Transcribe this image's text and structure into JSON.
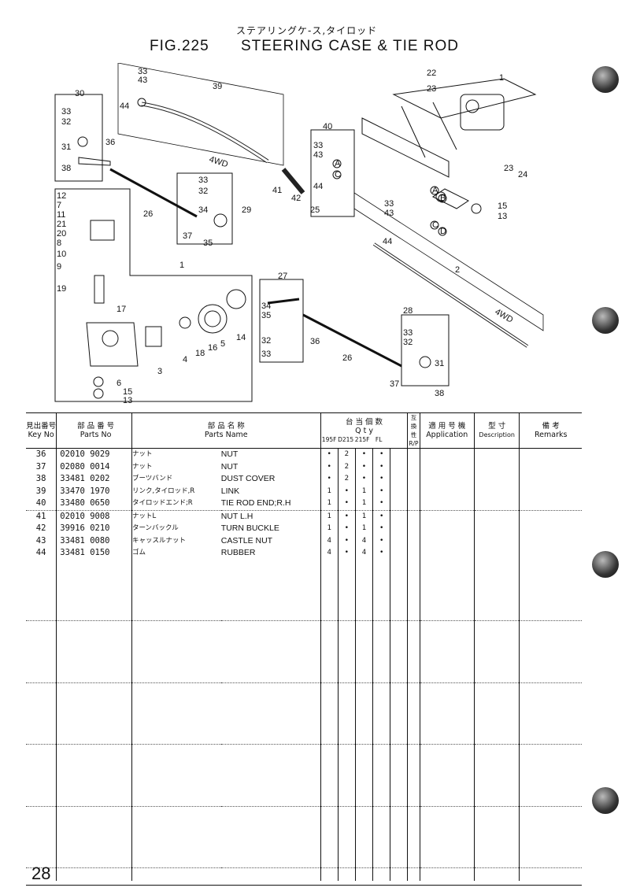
{
  "header": {
    "jp_title": "ステアリングケ-ス,タイロッド",
    "fig_label": "FIG.225",
    "fig_name": "STEERING CASE & TIE ROD"
  },
  "diagram": {
    "callouts": [
      "33",
      "43",
      "44",
      "39",
      "30",
      "32",
      "31",
      "36",
      "38",
      "4WD",
      "40",
      "41",
      "42",
      "25",
      "26",
      "29",
      "34",
      "35",
      "37",
      "12",
      "7",
      "11",
      "21",
      "20",
      "8",
      "10",
      "9",
      "19",
      "1",
      "17",
      "3",
      "4",
      "18",
      "16",
      "5",
      "14",
      "6",
      "15",
      "13",
      "22",
      "23",
      "24",
      "2",
      "27",
      "28"
    ],
    "circle_letters": [
      "A",
      "B",
      "C",
      "D"
    ]
  },
  "table": {
    "headers": {
      "key_jp": "見出番号",
      "key_en": "Key No",
      "parts_no_jp": "部 品 番 号",
      "parts_no_en": "Parts No",
      "parts_name_jp": "部 品 名 称",
      "parts_name_en": "Parts Name",
      "qty_jp": "台 当 個 数",
      "qty_en": "Q t y",
      "qty_cols": [
        "195F",
        "D215",
        "215F",
        "FL"
      ],
      "interchange_jp": "互換性",
      "interchange_en": "R/P",
      "application_jp": "適 用 号 機",
      "application_en": "Application",
      "description_jp": "型 寸",
      "description_en": "Description",
      "remarks_jp": "備 考",
      "remarks_en": "Remarks"
    },
    "rows": [
      {
        "key": "36",
        "no": "02010 9029",
        "jp": "ナット",
        "en": "NUT",
        "q1": "•",
        "q2": "2",
        "q3": "•",
        "q4": "•"
      },
      {
        "key": "37",
        "no": "02080 0014",
        "jp": "ナット",
        "en": "NUT",
        "q1": "•",
        "q2": "2",
        "q3": "•",
        "q4": "•"
      },
      {
        "key": "38",
        "no": "33481 0202",
        "jp": "ブーツバンド",
        "en": "DUST COVER",
        "q1": "•",
        "q2": "2",
        "q3": "•",
        "q4": "•"
      },
      {
        "key": "39",
        "no": "33470 1970",
        "jp": "リンク,タイロッド,R",
        "en": "LINK",
        "q1": "1",
        "q2": "•",
        "q3": "1",
        "q4": "•"
      },
      {
        "key": "40",
        "no": "33480 0650",
        "jp": "タイロッドエンド;R",
        "en": "TIE ROD END;R.H",
        "q1": "1",
        "q2": "•",
        "q3": "1",
        "q4": "•"
      },
      {
        "key": "41",
        "no": "02010 9008",
        "jp": "ナットL",
        "en": "NUT L.H",
        "q1": "1",
        "q2": "•",
        "q3": "1",
        "q4": "•"
      },
      {
        "key": "42",
        "no": "39916 0210",
        "jp": "ターンバックル",
        "en": "TURN BUCKLE",
        "q1": "1",
        "q2": "•",
        "q3": "1",
        "q4": "•"
      },
      {
        "key": "43",
        "no": "33481 0080",
        "jp": "キャッスルナット",
        "en": "CASTLE NUT",
        "q1": "4",
        "q2": "•",
        "q3": "4",
        "q4": "•"
      },
      {
        "key": "44",
        "no": "33481 0150",
        "jp": "ゴム",
        "en": "RUBBER",
        "q1": "4",
        "q2": "•",
        "q3": "4",
        "q4": "•"
      }
    ]
  },
  "footer": {
    "page_number": "28"
  }
}
